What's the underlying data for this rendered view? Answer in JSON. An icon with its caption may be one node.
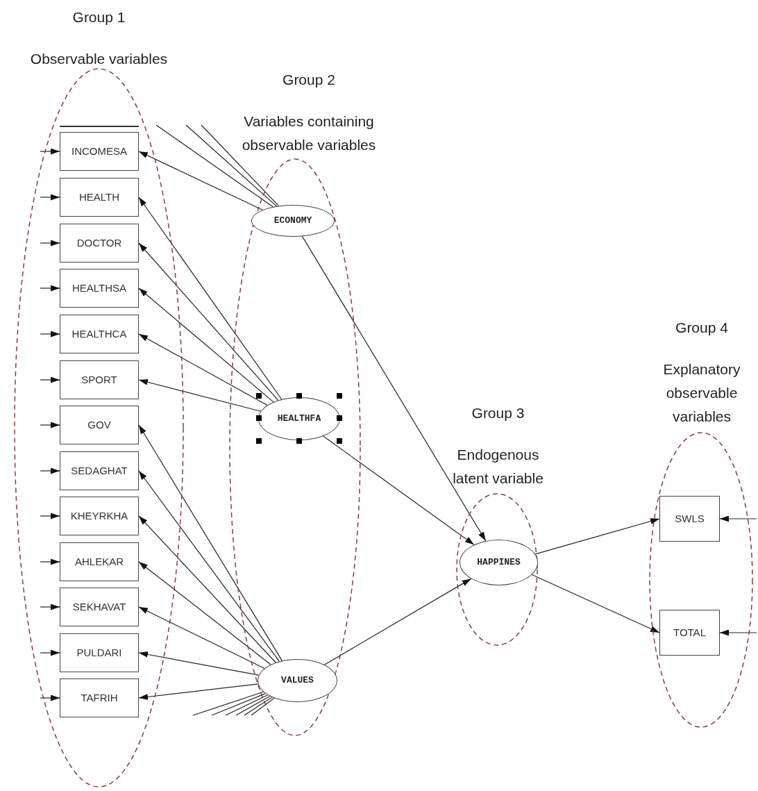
{
  "diagram": {
    "nodes": [
      {
        "text": [
          "Group 1",
          "Observable variables"
        ]
      },
      {
        "text": [
          "INCOMESA"
        ],
        "in": 0
      },
      {
        "text": [
          "HEALTH"
        ],
        "in": 0
      },
      {
        "text": [
          "DOCTOR"
        ],
        "in": 0
      },
      {
        "text": [
          "HEALTHSA"
        ],
        "in": 0
      },
      {
        "text": [
          "HEALTHCA"
        ],
        "in": 0
      },
      {
        "text": [
          "SPORT"
        ],
        "in": 0
      },
      {
        "text": [
          "GOV"
        ],
        "in": 0
      },
      {
        "text": [
          "SEDAGHAT"
        ],
        "in": 0
      },
      {
        "text": [
          "KHEYRKHA"
        ],
        "in": 0
      },
      {
        "text": [
          "AHLEKAR"
        ],
        "in": 0
      },
      {
        "text": [
          "SEKHAVAT"
        ],
        "in": 0
      },
      {
        "text": [
          "PULDARI"
        ],
        "in": 0
      },
      {
        "text": [
          "TAFRIH"
        ],
        "in": 0
      },
      {
        "text": [
          "Group 2",
          "Variables containing observable variables"
        ]
      },
      {
        "text": [
          "ECONOMY"
        ],
        "in": 14
      },
      {
        "text": [
          "HEALTHFA"
        ],
        "in": 14
      },
      {
        "text": [
          "VALUES"
        ],
        "in": 14
      },
      {
        "text": [
          "Group 3",
          "Endogenous latent variable"
        ]
      },
      {
        "text": [
          "HAPPINES"
        ],
        "in": 18
      },
      {
        "text": [
          "Group 4",
          "Explanatory observable variables"
        ]
      },
      {
        "text": [
          "SWLS"
        ],
        "in": 20
      },
      {
        "text": [
          "TOTAL"
        ],
        "in": 20
      }
    ],
    "edges": [
      {
        "from": 15,
        "to": 1,
        "arrow": "to"
      },
      {
        "from": 16,
        "to": 2,
        "arrow": "to"
      },
      {
        "from": 16,
        "to": 3,
        "arrow": "to"
      },
      {
        "from": 16,
        "to": 4,
        "arrow": "to"
      },
      {
        "from": 16,
        "to": 5,
        "arrow": "to"
      },
      {
        "from": 16,
        "to": 6,
        "arrow": "to"
      },
      {
        "from": 17,
        "to": 7,
        "arrow": "to"
      },
      {
        "from": 17,
        "to": 8,
        "arrow": "to"
      },
      {
        "from": 17,
        "to": 9,
        "arrow": "to"
      },
      {
        "from": 17,
        "to": 10,
        "arrow": "to"
      },
      {
        "from": 17,
        "to": 11,
        "arrow": "to"
      },
      {
        "from": 17,
        "to": 12,
        "arrow": "to"
      },
      {
        "from": 17,
        "to": 13,
        "arrow": "to"
      },
      {
        "from": 15,
        "to": 19,
        "arrow": "to"
      },
      {
        "from": 16,
        "to": 19,
        "arrow": "to"
      },
      {
        "from": 17,
        "to": 19,
        "arrow": "to"
      },
      {
        "from": 19,
        "to": 21,
        "arrow": "to"
      },
      {
        "from": 19,
        "to": 22,
        "arrow": "to"
      },
      {
        "from": null,
        "to": 1,
        "arrow": "to"
      },
      {
        "from": null,
        "to": 2,
        "arrow": "to"
      },
      {
        "from": null,
        "to": 3,
        "arrow": "to"
      },
      {
        "from": null,
        "to": 4,
        "arrow": "to"
      },
      {
        "from": null,
        "to": 5,
        "arrow": "to"
      },
      {
        "from": null,
        "to": 6,
        "arrow": "to"
      },
      {
        "from": null,
        "to": 7,
        "arrow": "to"
      },
      {
        "from": null,
        "to": 8,
        "arrow": "to"
      },
      {
        "from": null,
        "to": 9,
        "arrow": "to"
      },
      {
        "from": null,
        "to": 10,
        "arrow": "to"
      },
      {
        "from": null,
        "to": 11,
        "arrow": "to"
      },
      {
        "from": null,
        "to": 12,
        "arrow": "to"
      },
      {
        "from": null,
        "to": 13,
        "arrow": "to"
      },
      {
        "from": null,
        "to": 21,
        "arrow": "to"
      },
      {
        "from": null,
        "to": 22,
        "arrow": "to"
      },
      {
        "from": 15,
        "to": null,
        "arrow": "none"
      },
      {
        "from": 15,
        "to": null,
        "arrow": "none"
      },
      {
        "from": 15,
        "to": null,
        "arrow": "none"
      },
      {
        "from": 17,
        "to": null,
        "arrow": "none"
      },
      {
        "from": 17,
        "to": null,
        "arrow": "none"
      },
      {
        "from": 17,
        "to": null,
        "arrow": "none"
      },
      {
        "from": 17,
        "to": null,
        "arrow": "none"
      },
      {
        "from": 17,
        "to": null,
        "arrow": "none"
      },
      {
        "from": 17,
        "to": null,
        "arrow": "none"
      }
    ]
  }
}
